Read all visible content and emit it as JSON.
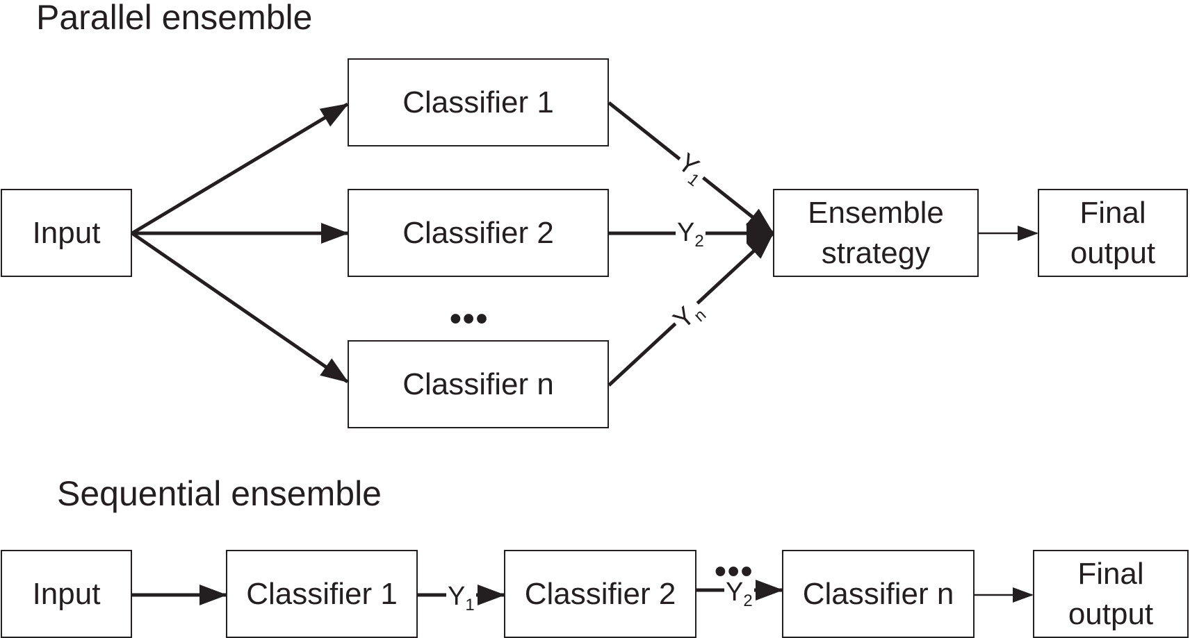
{
  "parallel": {
    "title": "Parallel ensemble",
    "input": "Input",
    "classifiers": [
      "Classifier 1",
      "Classifier 2",
      "Classifier n"
    ],
    "ellipsis": "•••",
    "outputs": [
      {
        "base": "Y",
        "sub": "1"
      },
      {
        "base": "Y",
        "sub": "2"
      },
      {
        "base": "Y",
        "sub": "n"
      }
    ],
    "strategy": "Ensemble strategy",
    "final": "Final output"
  },
  "sequential": {
    "title": "Sequential ensemble",
    "input": "Input",
    "classifiers": [
      "Classifier 1",
      "Classifier 2",
      "Classifier n"
    ],
    "ellipsis": "•••",
    "outputs": [
      {
        "base": "Y",
        "sub": "1"
      },
      {
        "base": "Y",
        "sub": "2"
      }
    ],
    "final": "Final output"
  }
}
